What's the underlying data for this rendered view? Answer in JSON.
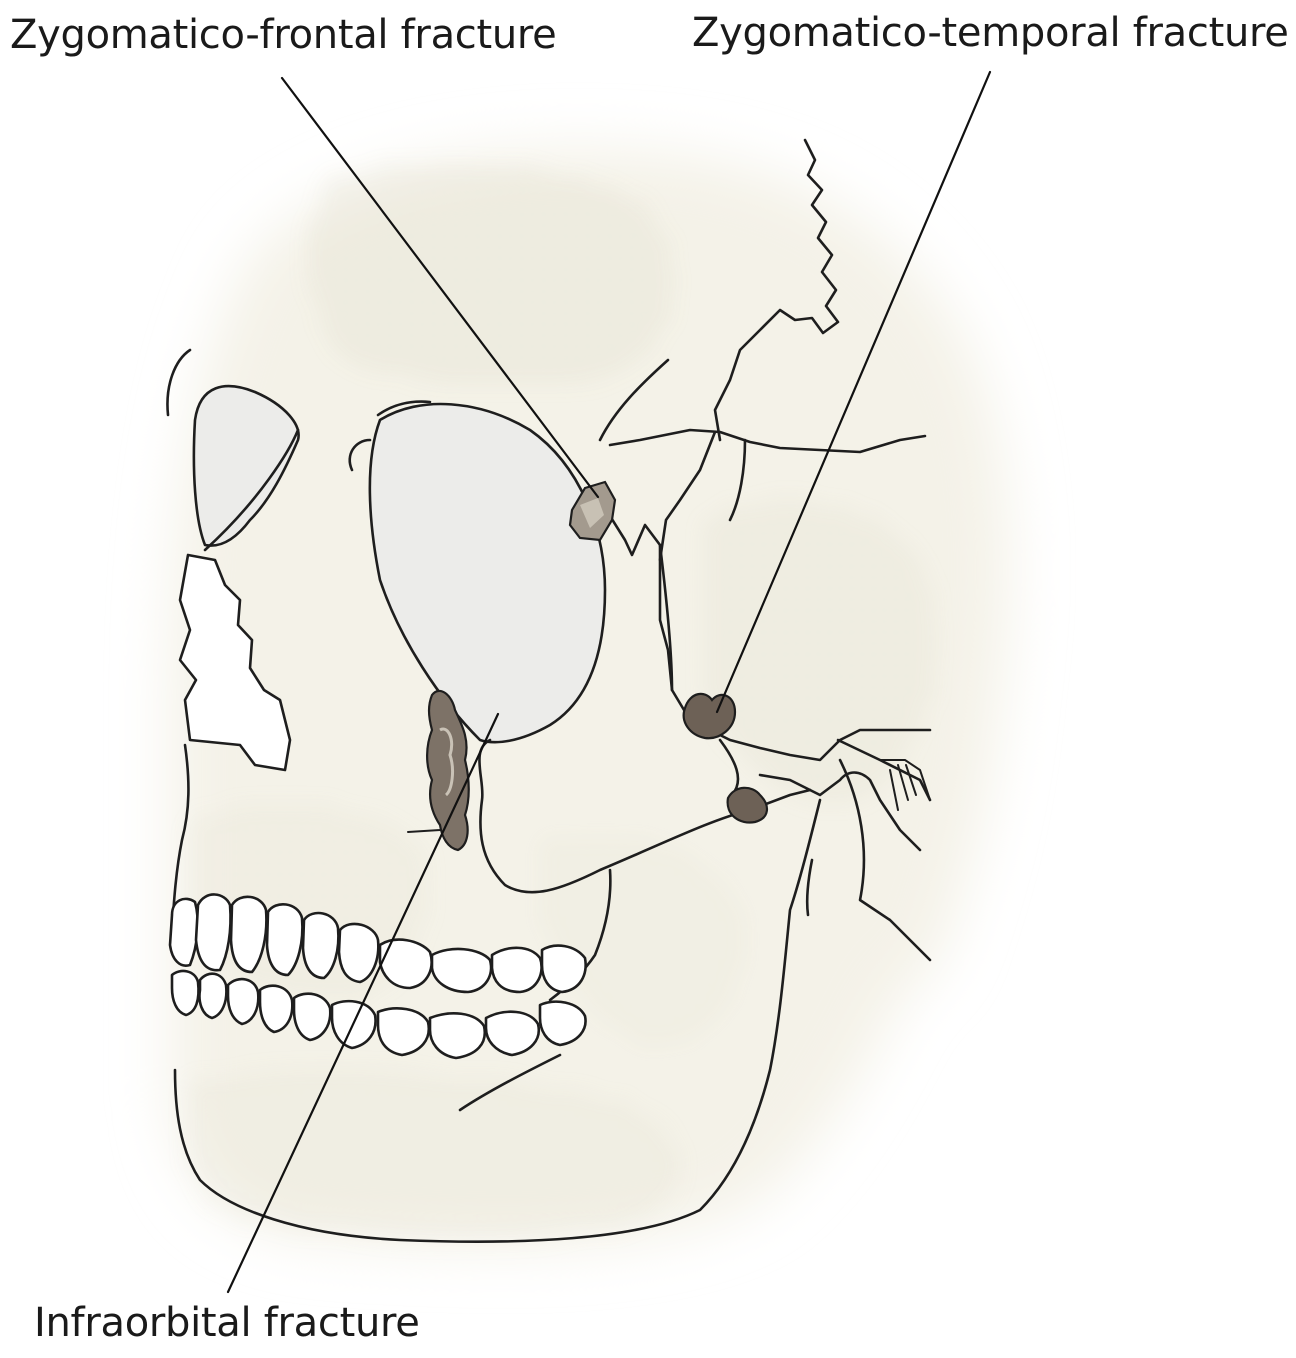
{
  "labels": {
    "zygomatico_frontal": "Zygomatico-frontal fracture",
    "zygomatico_temporal": "Zygomatico-temporal fracture",
    "infraorbital": "Infraorbital fracture"
  },
  "colors": {
    "bone_fill": "#f3f1e6",
    "bone_shade": "#dcd8c4",
    "outline": "#1e1e1e",
    "fracture": "#6d6156",
    "orbit": "#eeeeec"
  }
}
